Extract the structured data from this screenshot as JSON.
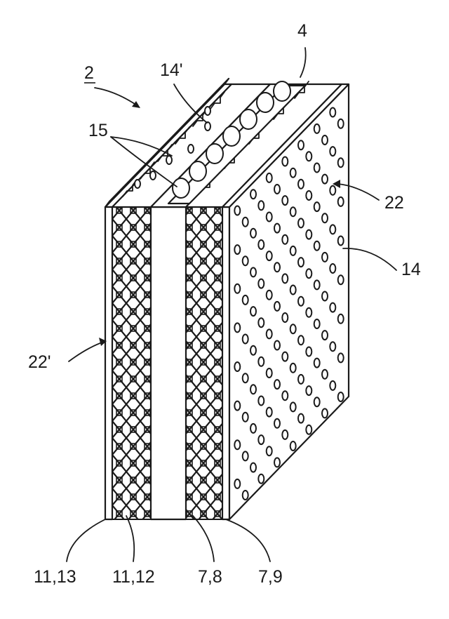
{
  "figure": {
    "labels": {
      "assembly": "2",
      "manifold": "4",
      "top_holes": "14'",
      "channels": "15",
      "front_face_holes_ref": "22",
      "front_hole": "14",
      "left_face": "22'",
      "layer_11_13": "11,13",
      "layer_11_12": "11,12",
      "layer_7_8": "7,8",
      "layer_7_9": "7,9"
    }
  }
}
